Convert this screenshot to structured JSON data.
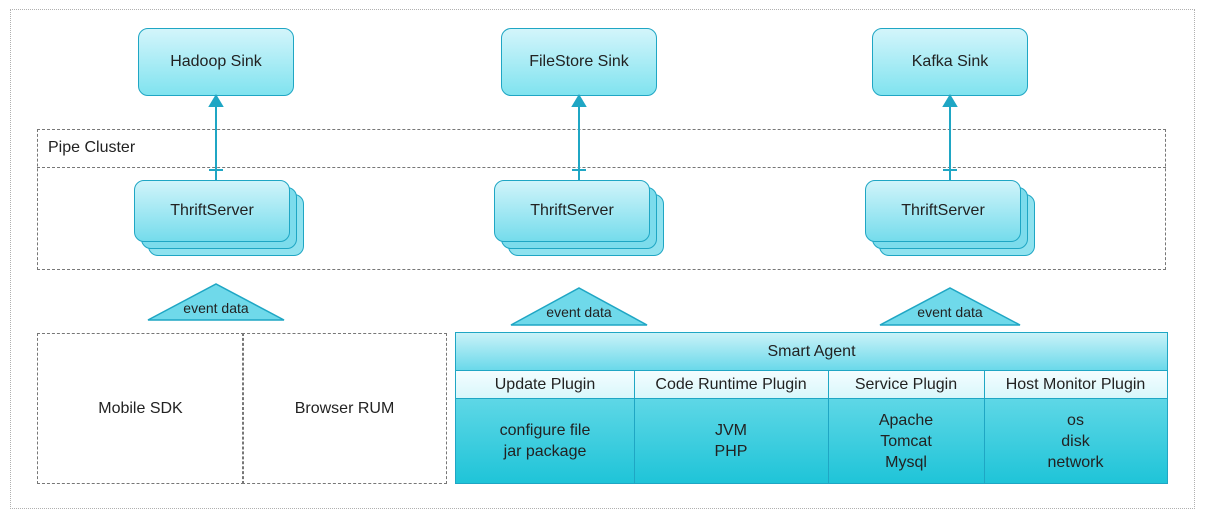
{
  "sinks": [
    {
      "label": "Hadoop Sink"
    },
    {
      "label": "FileStore Sink"
    },
    {
      "label": "Kafka Sink"
    }
  ],
  "cluster": {
    "label": "Pipe Cluster"
  },
  "thrift_servers": [
    {
      "label": "ThriftServer"
    },
    {
      "label": "ThriftServer"
    },
    {
      "label": "ThriftServer"
    }
  ],
  "flow_label": "event data",
  "clients": [
    {
      "label": "Mobile SDK"
    },
    {
      "label": "Browser RUM"
    }
  ],
  "agent": {
    "title": "Smart Agent",
    "plugins": [
      {
        "name": "Update Plugin",
        "items": [
          "configure file",
          "jar package"
        ]
      },
      {
        "name": "Code Runtime Plugin",
        "items": [
          "JVM",
          "PHP"
        ]
      },
      {
        "name": "Service Plugin",
        "items": [
          "Apache",
          "Tomcat",
          "Mysql"
        ]
      },
      {
        "name": "Host Monitor Plugin",
        "items": [
          "os",
          "disk",
          "network"
        ]
      }
    ]
  },
  "colors": {
    "accent": "#1fa6c4",
    "fill": "#4fd3e3",
    "dashed": "#777777"
  }
}
